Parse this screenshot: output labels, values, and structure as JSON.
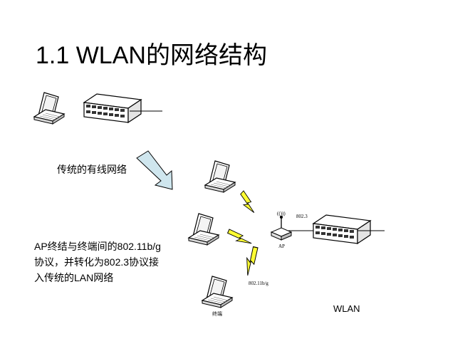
{
  "slide": {
    "title": "1.1  WLAN的网络结构",
    "wired_label": "传统的有线网络",
    "description_lines": [
      "AP终结与终端间的802.11b/g",
      "协议，并转化为802.3协议接",
      "入传统的LAN网络"
    ],
    "wlan_label": "WLAN",
    "ap_label": "AP",
    "ap_antenna_label": "(()))",
    "wired_std_label": "802.3",
    "wireless_std_label": "802.11b/g",
    "terminal_label": "终端"
  },
  "colors": {
    "arrow_fill": "#cfe6ee",
    "lightning_fill": "#ffff33",
    "device_fill": "#ffffff",
    "line": "#000000"
  },
  "icons": [
    "laptop-icon",
    "switch-icon",
    "access-point-icon",
    "lightning-icon",
    "arrow-icon"
  ]
}
